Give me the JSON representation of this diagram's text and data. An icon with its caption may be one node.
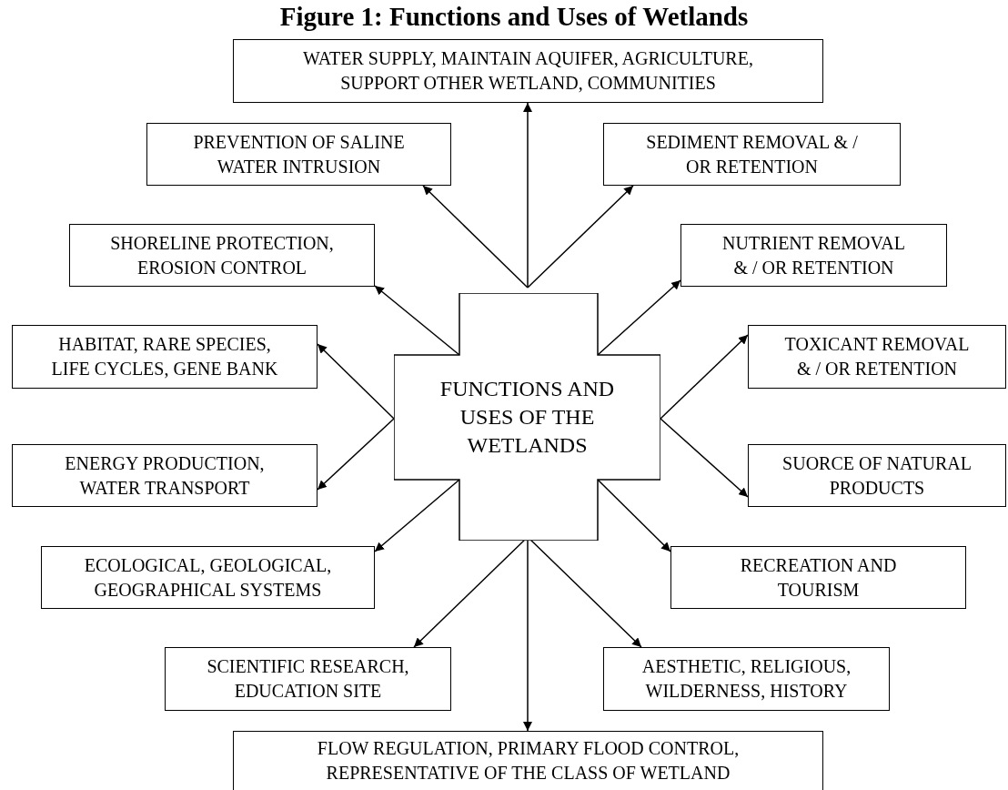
{
  "diagram": {
    "title": "Figure 1: Functions and Uses of Wetlands",
    "nodes": [
      {
        "text": [
          "FUNCTIONS AND USES OF THE WETLANDS"
        ]
      },
      {
        "text": [
          "WATER SUPPLY, MAINTAIN AQUIFER, AGRICULTURE, SUPPORT OTHER WETLAND, COMMUNITIES"
        ]
      },
      {
        "text": [
          "PREVENTION OF  SALINE WATER INTRUSION"
        ]
      },
      {
        "text": [
          "SEDIMENT REMOVAL  & / OR RETENTION"
        ]
      },
      {
        "text": [
          "SHORELINE PROTECTION, EROSION CONTROL"
        ]
      },
      {
        "text": [
          "NUTRIENT REMOVAL & / OR RETENTION"
        ]
      },
      {
        "text": [
          "HABITAT, RARE SPECIES, LIFE CYCLES, GENE BANK"
        ]
      },
      {
        "text": [
          "TOXICANT REMOVAL & / OR RETENTION"
        ]
      },
      {
        "text": [
          "ENERGY PRODUCTION, WATER TRANSPORT"
        ]
      },
      {
        "text": [
          "SUORCE OF NATURAL PRODUCTS"
        ]
      },
      {
        "text": [
          "ECOLOGICAL,  GEOLOGICAL, GEOGRAPHICAL  SYSTEMS"
        ]
      },
      {
        "text": [
          "RECREATION AND TOURISM"
        ]
      },
      {
        "text": [
          "SCIENTIFIC RESEARCH, EDUCATION SITE"
        ]
      },
      {
        "text": [
          "AESTHETIC, RELIGIOUS, WILDERNESS, HISTORY"
        ]
      },
      {
        "text": [
          "FLOW REGULATION, PRIMARY FLOOD CONTROL, REPRESENTATIVE OF THE CLASS OF WETLAND"
        ]
      }
    ],
    "edges": [
      {
        "from": 0,
        "to": 1,
        "arrow": "to"
      },
      {
        "from": 0,
        "to": 2,
        "arrow": "to"
      },
      {
        "from": 0,
        "to": 3,
        "arrow": "to"
      },
      {
        "from": 0,
        "to": 4,
        "arrow": "to"
      },
      {
        "from": 0,
        "to": 5,
        "arrow": "to"
      },
      {
        "from": 0,
        "to": 6,
        "arrow": "to"
      },
      {
        "from": 0,
        "to": 7,
        "arrow": "to"
      },
      {
        "from": 0,
        "to": 8,
        "arrow": "to"
      },
      {
        "from": 0,
        "to": 9,
        "arrow": "to"
      },
      {
        "from": 0,
        "to": 10,
        "arrow": "to"
      },
      {
        "from": 0,
        "to": 11,
        "arrow": "to"
      },
      {
        "from": 0,
        "to": 12,
        "arrow": "to"
      },
      {
        "from": 0,
        "to": 13,
        "arrow": "to"
      },
      {
        "from": 0,
        "to": 14,
        "arrow": "to"
      }
    ]
  }
}
